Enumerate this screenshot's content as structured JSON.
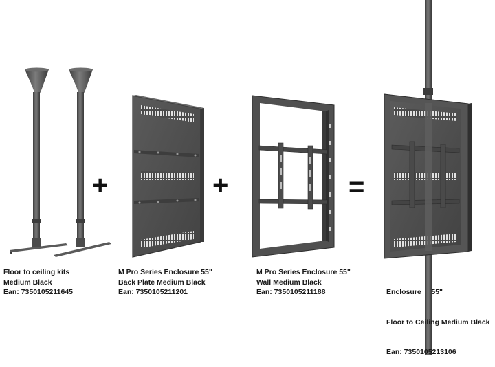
{
  "products": [
    {
      "name_line1": "Floor to ceiling kits",
      "name_line2": "Medium Black",
      "ean": "Ean: 7350105211645"
    },
    {
      "name_line1": "M Pro Series Enclosure 55\"",
      "name_line2": "Back Plate Medium Black",
      "ean": "Ean: 7350105211201"
    },
    {
      "name_line1": "M Pro Series Enclosure 55\"",
      "name_line2": "Wall Medium Black",
      "ean": "Ean: 7350105211188"
    },
    {
      "name_line1": "Enclosure     55\"",
      "name_line2": "Floor to Ceiling Medium Black",
      "ean": "Ean: 7350105213106"
    }
  ],
  "operators": {
    "plus1": "+",
    "plus2": "+",
    "equals": "="
  },
  "colors": {
    "metal_dark": "#4a4a4a",
    "metal_mid": "#5a5a5a",
    "metal_light": "#7a7a7a",
    "vent": "#d8d8d8"
  }
}
